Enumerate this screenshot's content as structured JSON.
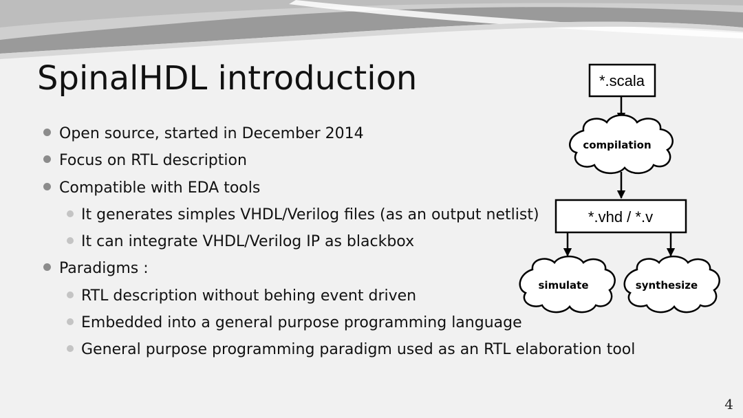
{
  "slide": {
    "title": "SpinalHDL introduction",
    "page_number": "4",
    "bullets": [
      {
        "level": 1,
        "text": "Open source, started in December 2014"
      },
      {
        "level": 1,
        "text": "Focus on RTL description"
      },
      {
        "level": 1,
        "text": "Compatible with EDA tools"
      },
      {
        "level": 2,
        "text": "It generates simples VHDL/Verilog files (as an output netlist)"
      },
      {
        "level": 2,
        "text": "It can integrate VHDL/Verilog IP as blackbox"
      },
      {
        "level": 1,
        "text": "Paradigms :"
      },
      {
        "level": 2,
        "text": "RTL description without behing event driven"
      },
      {
        "level": 2,
        "text": "Embedded into a general purpose programming language"
      },
      {
        "level": 2,
        "text": "General purpose programming paradigm used as an RTL elaboration tool"
      }
    ]
  },
  "diagram": {
    "nodes": {
      "scala": "*.scala",
      "compilation": "compilation",
      "output": "*.vhd / *.v",
      "simulate": "simulate",
      "synthesize": "synthesize"
    },
    "edges": [
      {
        "from": "scala",
        "to": "compilation"
      },
      {
        "from": "compilation",
        "to": "output"
      },
      {
        "from": "output",
        "to": "simulate"
      },
      {
        "from": "output",
        "to": "synthesize"
      }
    ]
  },
  "colors": {
    "background": "#f1f1f1",
    "swoosh_dark": "#8f8f8f",
    "swoosh_light": "#d9d9d9",
    "bullet_l1": "#8c8c8c",
    "bullet_l2": "#c4c4c4",
    "diagram_stroke": "#000000",
    "node_fill": "#ffffff"
  }
}
